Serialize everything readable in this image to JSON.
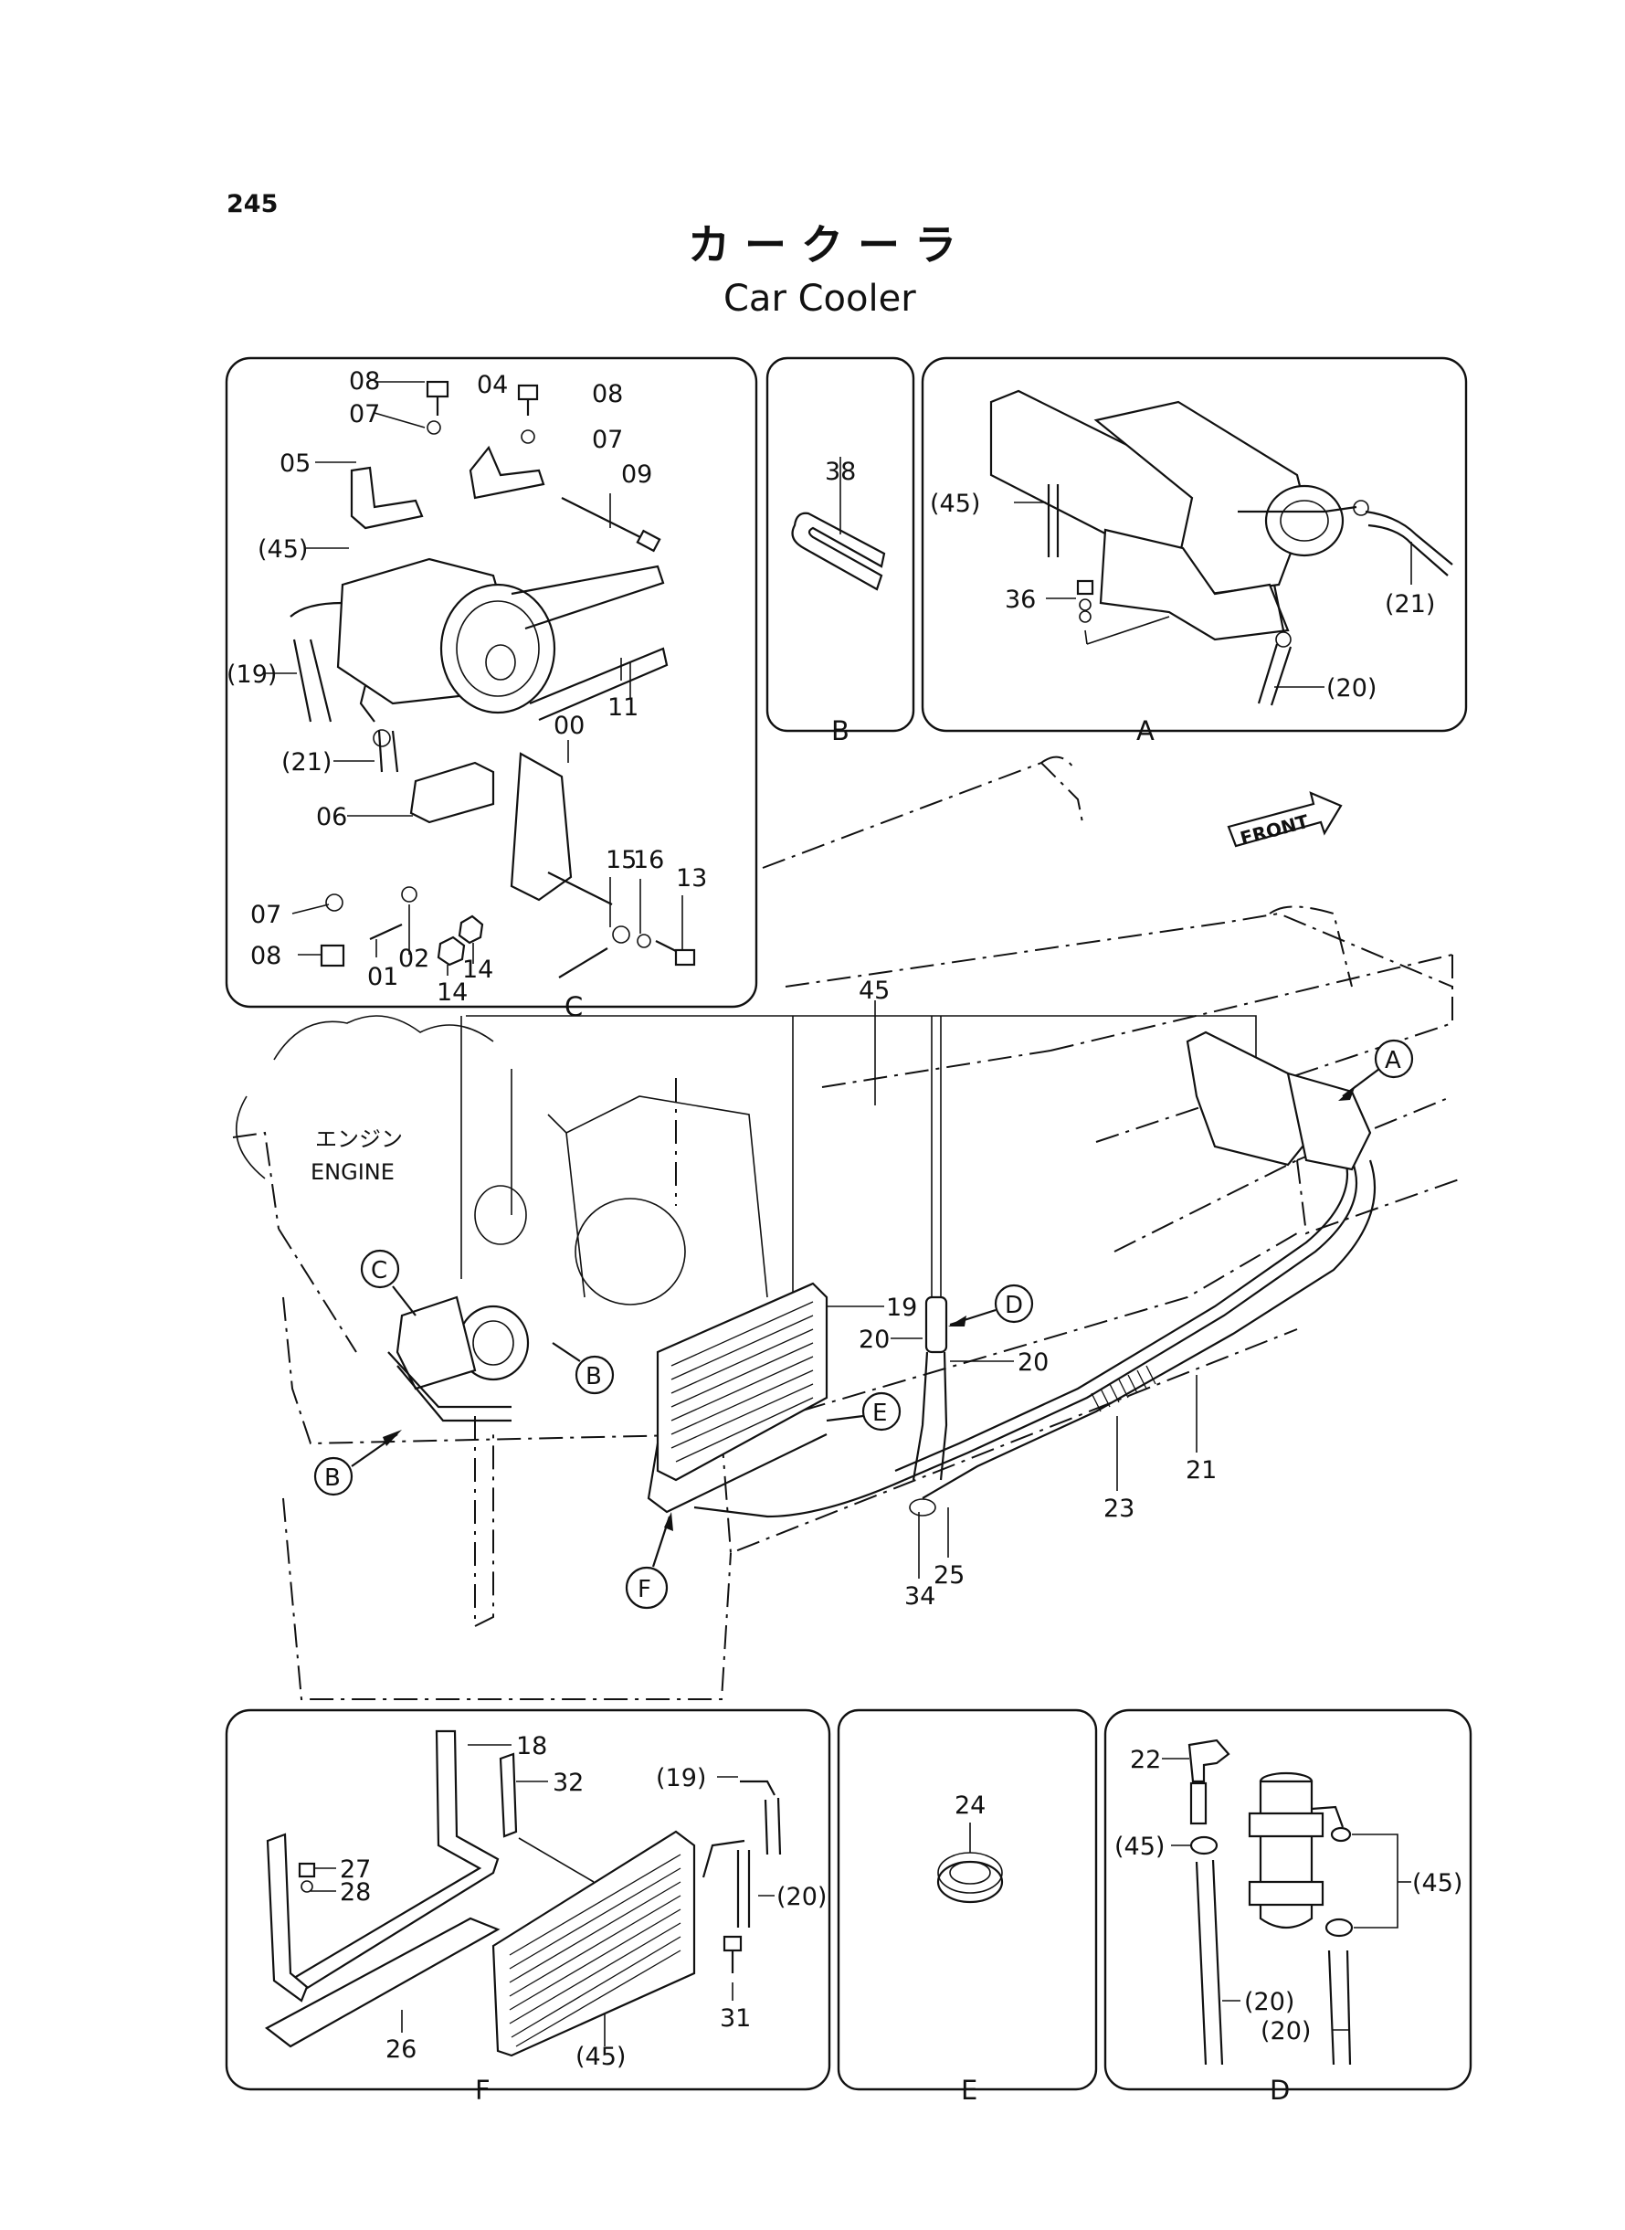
{
  "page_number": "245",
  "title_jp": "カ ー ク ー ラ",
  "title_en": "Car Cooler",
  "panels": {
    "C": {
      "caption": "C",
      "labels": {
        "l08a": "08",
        "l04": "04",
        "l08b": "08",
        "l07a": "07",
        "l07b": "07",
        "l05": "05",
        "l09": "09",
        "l45": "(45)",
        "l19": "(19)",
        "l11": "11",
        "l21": "(21)",
        "l00": "00",
        "l06": "06",
        "l15": "15",
        "l16": "16",
        "l13": "13",
        "l07c": "07",
        "l08c": "08",
        "l01": "01",
        "l02": "02",
        "l14a": "14",
        "l14b": "14"
      }
    },
    "B": {
      "caption": "B",
      "labels": {
        "l38": "38"
      }
    },
    "A": {
      "caption": "A",
      "labels": {
        "l45": "(45)",
        "l36": "36",
        "l21": "(21)",
        "l20": "(20)"
      }
    },
    "F": {
      "caption": "F",
      "labels": {
        "l18": "18",
        "l32": "32",
        "l19": "(19)",
        "l27": "27",
        "l28": "28",
        "l20": "(20)",
        "l31": "31",
        "l26": "26",
        "l45": "(45)"
      }
    },
    "E": {
      "caption": "E",
      "labels": {
        "l24": "24"
      }
    },
    "D": {
      "caption": "D",
      "labels": {
        "l22": "22",
        "l45a": "(45)",
        "l45b": "(45)",
        "l20a": "(20)",
        "l20b": "(20)"
      }
    }
  },
  "main": {
    "engine_jp": "エンジン",
    "engine_en": "ENGINE",
    "front_label": "FRONT",
    "labels": {
      "l45": "45",
      "l19": "19",
      "l20a": "20",
      "l20b": "20",
      "l21": "21",
      "l23": "23",
      "l25": "25",
      "l34": "34"
    },
    "callouts": {
      "A": "A",
      "B1": "B",
      "B2": "B",
      "C": "C",
      "D": "D",
      "E": "E",
      "F": "F"
    }
  }
}
